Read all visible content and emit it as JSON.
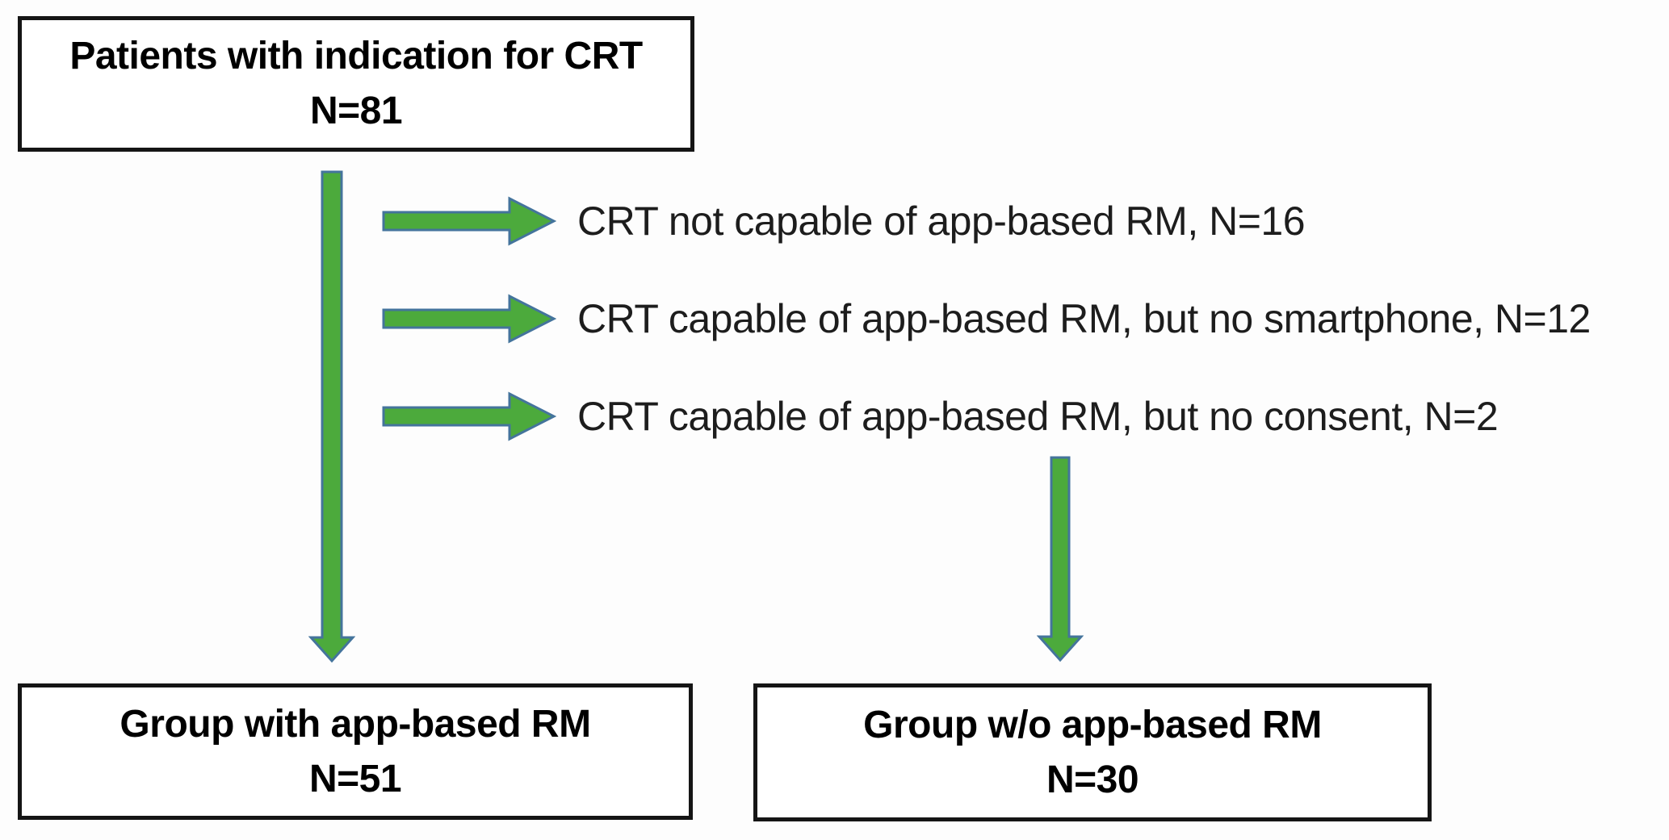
{
  "diagram": {
    "top_box": {
      "line1": "Patients with indication for CRT",
      "line2": "N=81"
    },
    "exclusions": [
      {
        "label": "CRT not capable of app-based RM, N=16"
      },
      {
        "label": "CRT capable of app-based RM, but no smartphone, N=12"
      },
      {
        "label": "CRT capable of app-based RM, but no consent, N=2"
      }
    ],
    "left_box": {
      "line1": "Group with app-based RM",
      "line2": "N=51"
    },
    "right_box": {
      "line1": "Group w/o app-based RM",
      "line2": "N=30"
    },
    "colors": {
      "arrow_fill": "#4caa3c",
      "arrow_stroke": "#44749c",
      "box_border": "#151515",
      "text": "#111111",
      "background": "#fdfdfd"
    }
  }
}
